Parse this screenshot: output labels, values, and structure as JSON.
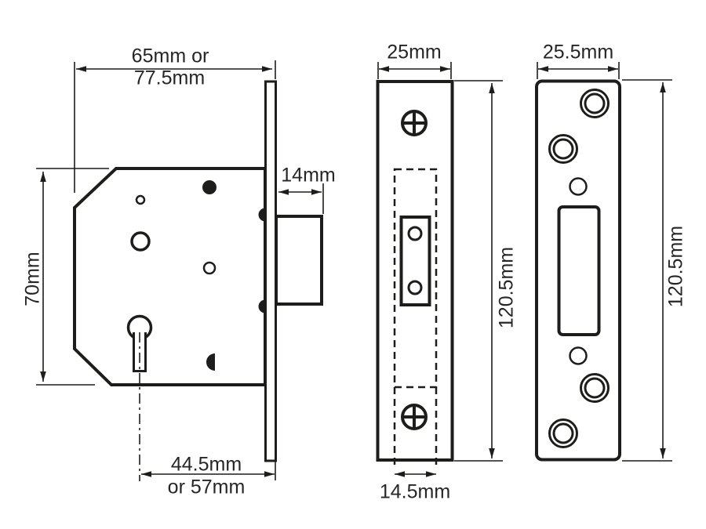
{
  "colors": {
    "line": "#1d1d1b",
    "text": "#262626",
    "background": "#ffffff"
  },
  "dims": {
    "case_width_line1": "65mm or",
    "case_width_line2": "77.5mm",
    "case_height": "70mm",
    "bolt_throw": "14mm",
    "backset_line1": "44.5mm",
    "backset_line2": "or 57mm",
    "faceplate_width": "25mm",
    "faceplate_height": "120.5mm",
    "bolt_width": "14.5mm",
    "strike_width": "25.5mm",
    "strike_height": "120.5mm"
  }
}
